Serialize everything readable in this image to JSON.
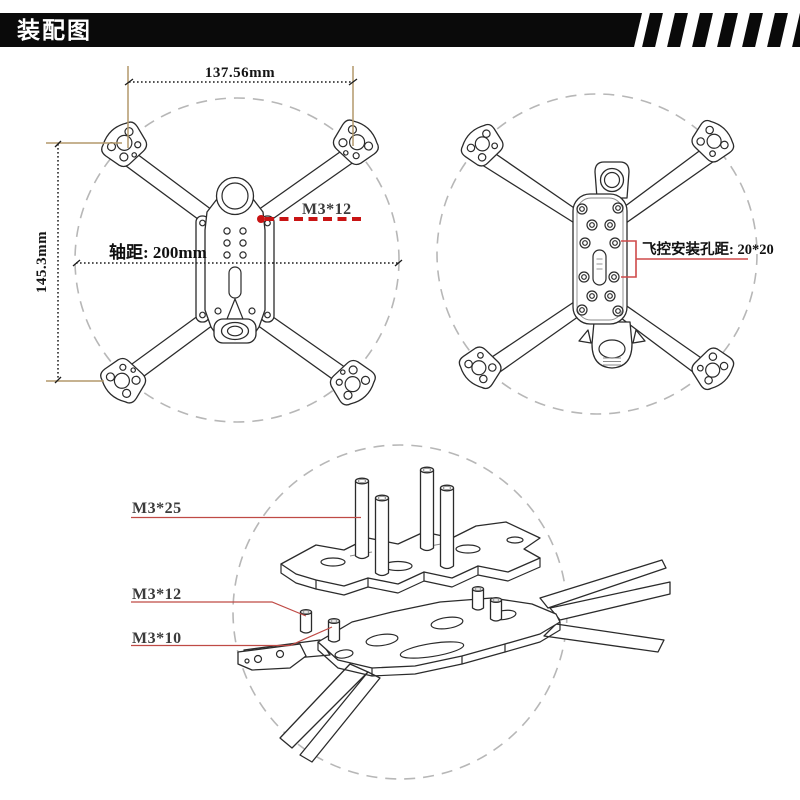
{
  "header": {
    "title": "装配图"
  },
  "top_view": {
    "dim_width": "137.56mm",
    "dim_height": "145.3mm",
    "wheelbase": "轴距: 200mm",
    "screw_callout": "M3*12"
  },
  "bottom_view": {
    "fc_callout": "飞控安装孔距: 20*20"
  },
  "detail_view": {
    "callouts": [
      {
        "label": "M3*25"
      },
      {
        "label": "M3*12"
      },
      {
        "label": "M3*10"
      }
    ]
  },
  "colors": {
    "banner": "#0a0a0a",
    "red_accent": "#c81414",
    "red_leader": "#bf4a45",
    "extension_line": "#b3996b",
    "dashed_circle": "#b7b7b7",
    "line_art": "#2b2b2b"
  }
}
